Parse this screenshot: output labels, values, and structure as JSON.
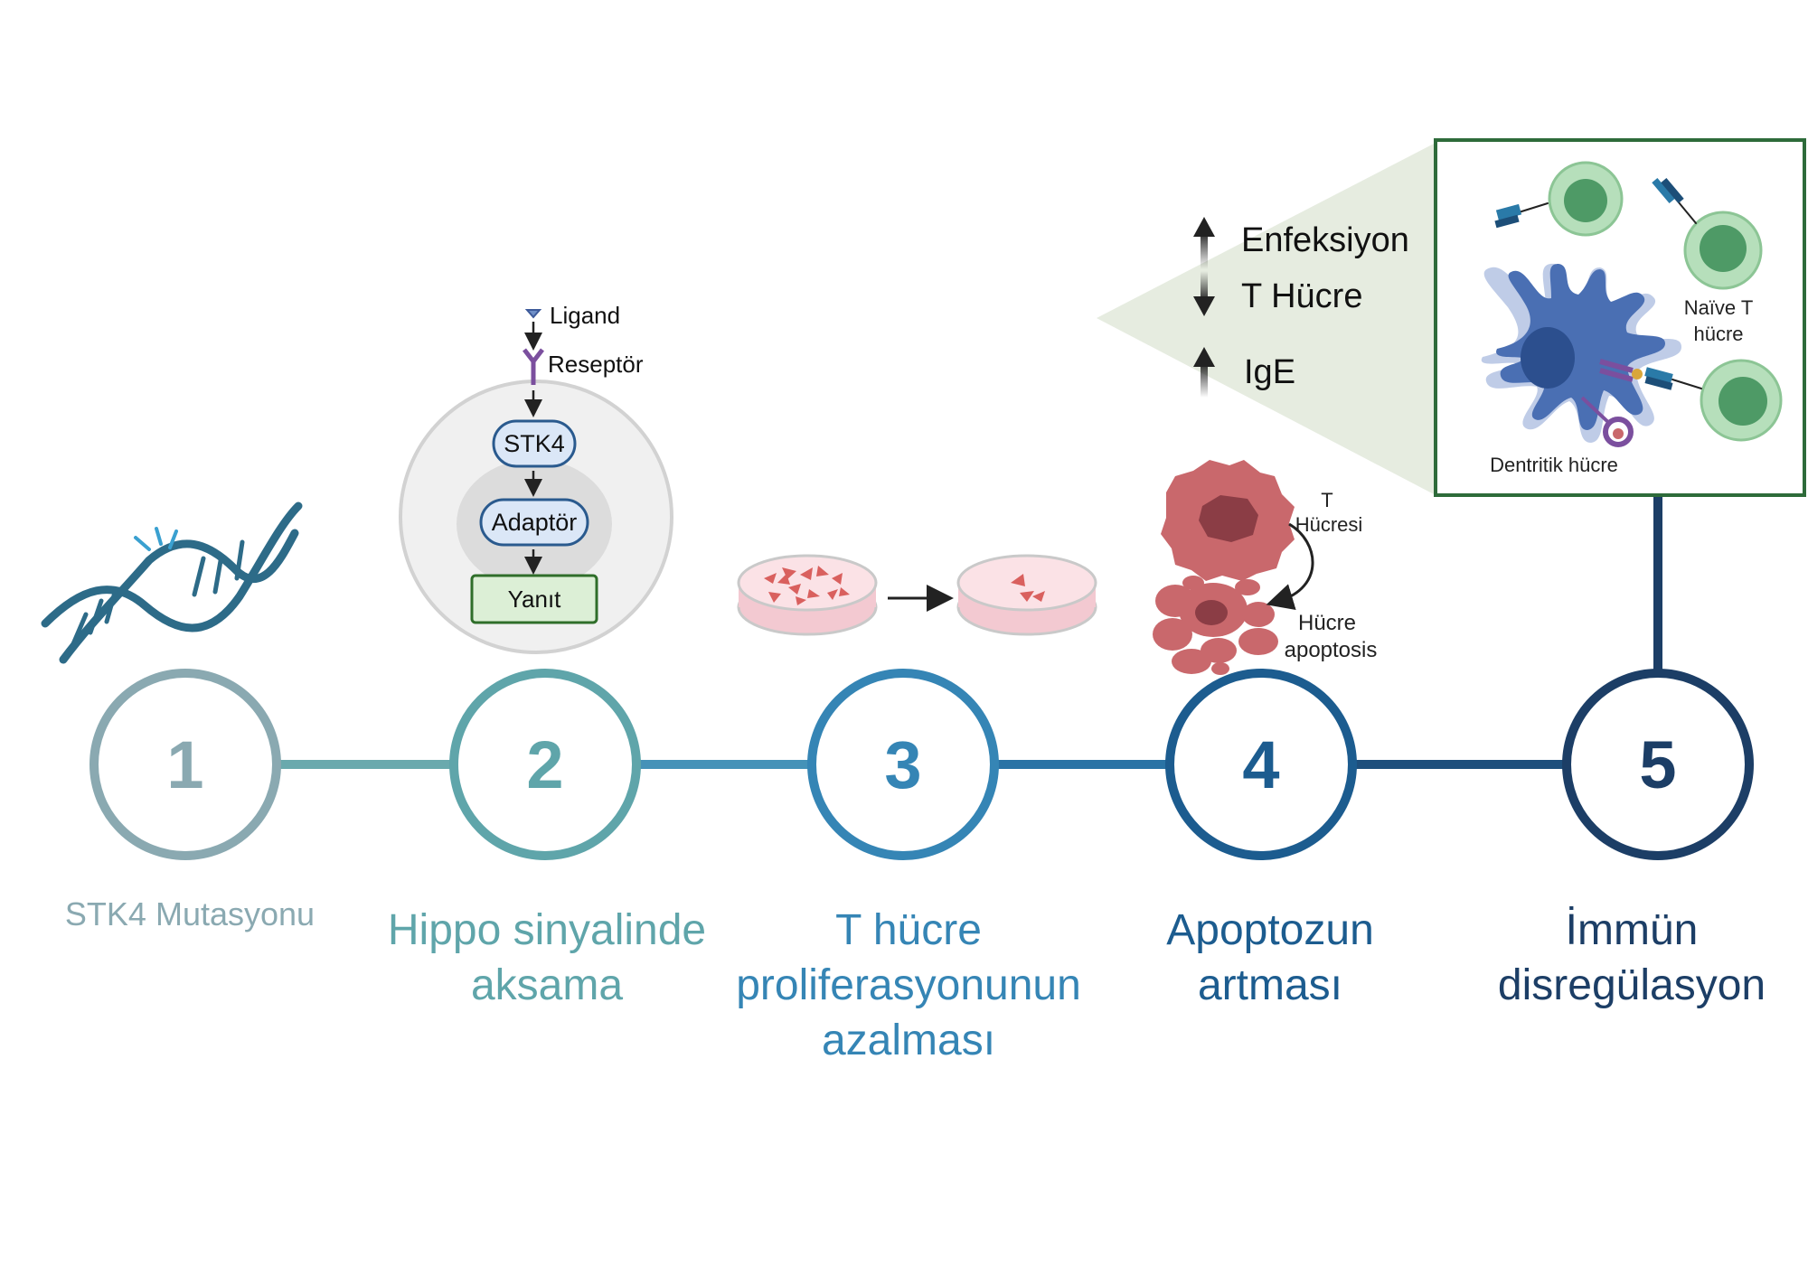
{
  "colors": {
    "step1": "#8aa9b1",
    "step2": "#5fa5aa",
    "step3": "#3585b5",
    "step4": "#1c5c8f",
    "step5": "#1c3e66",
    "inset_border": "#2e6b3a",
    "inset_cone": "#e6ece0",
    "t_cell": "#a9d9b0",
    "dendritic": "#4a6fb3",
    "apoptotic": "#c9686c"
  },
  "steps": [
    {
      "number": "1",
      "label": "STK4 Mutasyonu"
    },
    {
      "number": "2",
      "label": "Hippo sinyalinde aksama"
    },
    {
      "number": "3",
      "label": "T hücre proliferasyonunun azalması"
    },
    {
      "number": "4",
      "label": "Apoptozun artması"
    },
    {
      "number": "5",
      "label": "İmmün disregülasyon"
    }
  ],
  "pathway": {
    "ligand": "Ligand",
    "receptor": "Reseptör",
    "kinase": "STK4",
    "adaptor": "Adaptör",
    "response": "Yanıt"
  },
  "apoptosis": {
    "cell_label_top": "T",
    "cell_label_bottom": "Hücresi",
    "apoptosis_top": "Hücre",
    "apoptosis_bottom": "apoptosis"
  },
  "effects": [
    {
      "label": "Enfeksiyon",
      "direction": "up"
    },
    {
      "label": "T Hücre",
      "direction": "down"
    },
    {
      "label": "IgE",
      "direction": "up"
    }
  ],
  "inset": {
    "naive_top": "Naïve T",
    "naive_bottom": "hücre",
    "dendritic": "Dentritik hücre"
  }
}
